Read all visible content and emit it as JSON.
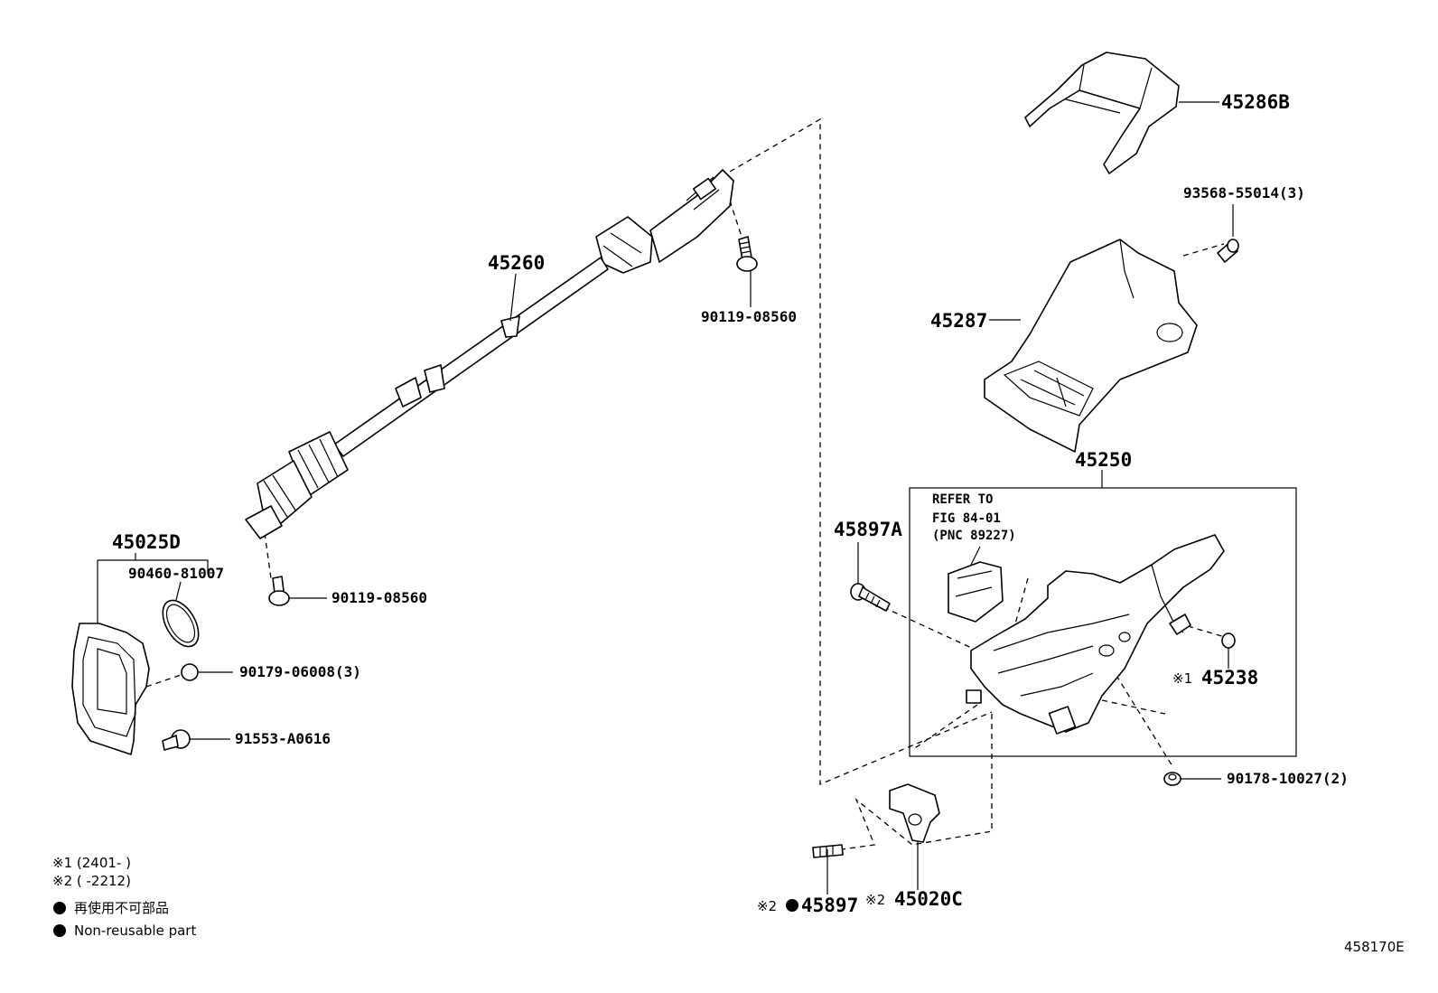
{
  "callouts": {
    "p45286B": "45286B",
    "p93568": "93568-55014(3)",
    "p45287": "45287",
    "p45250": "45250",
    "p45260": "45260",
    "p90119_top": "90119-08560",
    "p90119_bottom": "90119-08560",
    "p45025D": "45025D",
    "p90460": "90460-81007",
    "p90179": "90179-06008(3)",
    "p91553": "91553-A0616",
    "p45897A": "45897A",
    "p45238": "45238",
    "p90178": "90178-10027(2)",
    "p45897": "45897",
    "p45020C": "45020C"
  },
  "marks": {
    "m1": "※1",
    "m2": "※2",
    "m2b": "※2"
  },
  "refer": {
    "line1": "REFER TO",
    "line2": "FIG 84-01",
    "line3": "(PNC 89227)"
  },
  "legend": {
    "note1": "※1 (2401-      )",
    "note2": "※2 (      -2212)",
    "nonreusable_jp": "再使用不可部品",
    "nonreusable_en": "Non-reusable part"
  },
  "figure_id": "458170E"
}
